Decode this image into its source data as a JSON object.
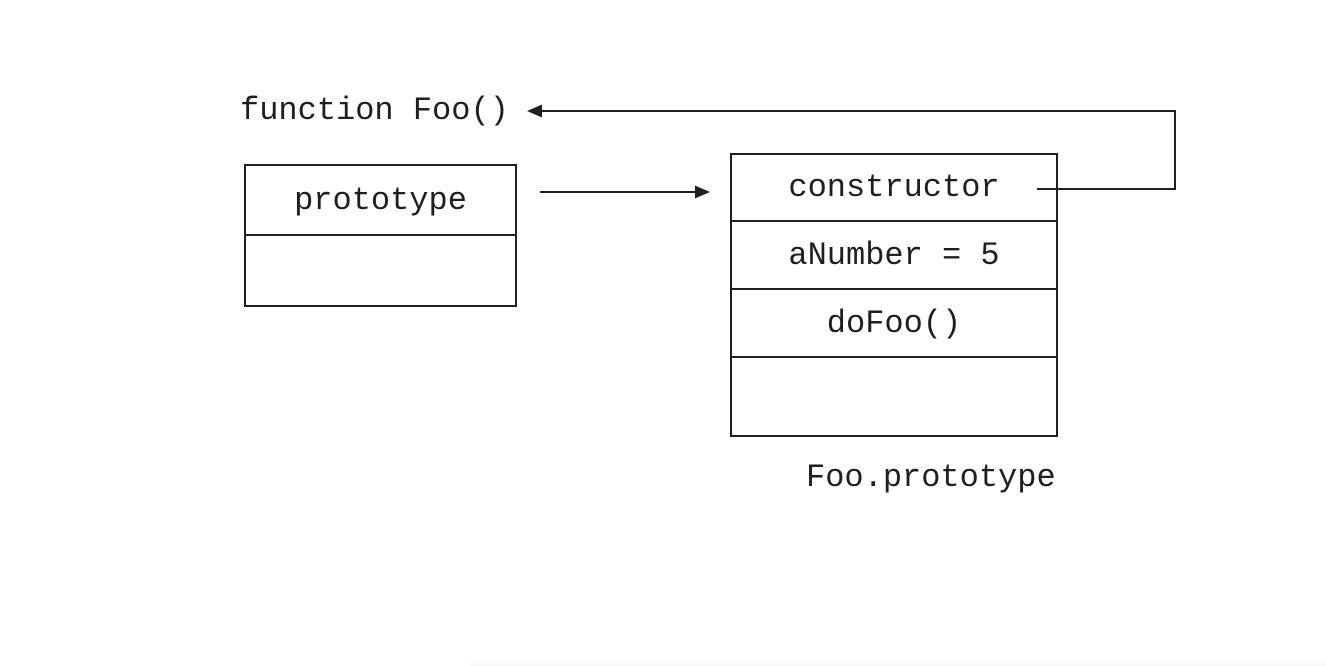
{
  "diagram": {
    "function_label": "function Foo()",
    "function_box": {
      "rows": [
        {
          "label": "prototype"
        },
        {
          "label": ""
        }
      ]
    },
    "prototype_object": {
      "rows": [
        {
          "label": "constructor"
        },
        {
          "label": "aNumber = 5"
        },
        {
          "label": "doFoo()"
        },
        {
          "label": ""
        }
      ],
      "caption": "Foo.prototype"
    },
    "arrows": [
      {
        "name": "prototype-arrow",
        "from": "prototype",
        "to": "Foo.prototype"
      },
      {
        "name": "constructor-arrow",
        "from": "constructor",
        "to": "function Foo()"
      }
    ],
    "colors": {
      "line": "#1f1f1f",
      "background": "#ffffff"
    }
  }
}
